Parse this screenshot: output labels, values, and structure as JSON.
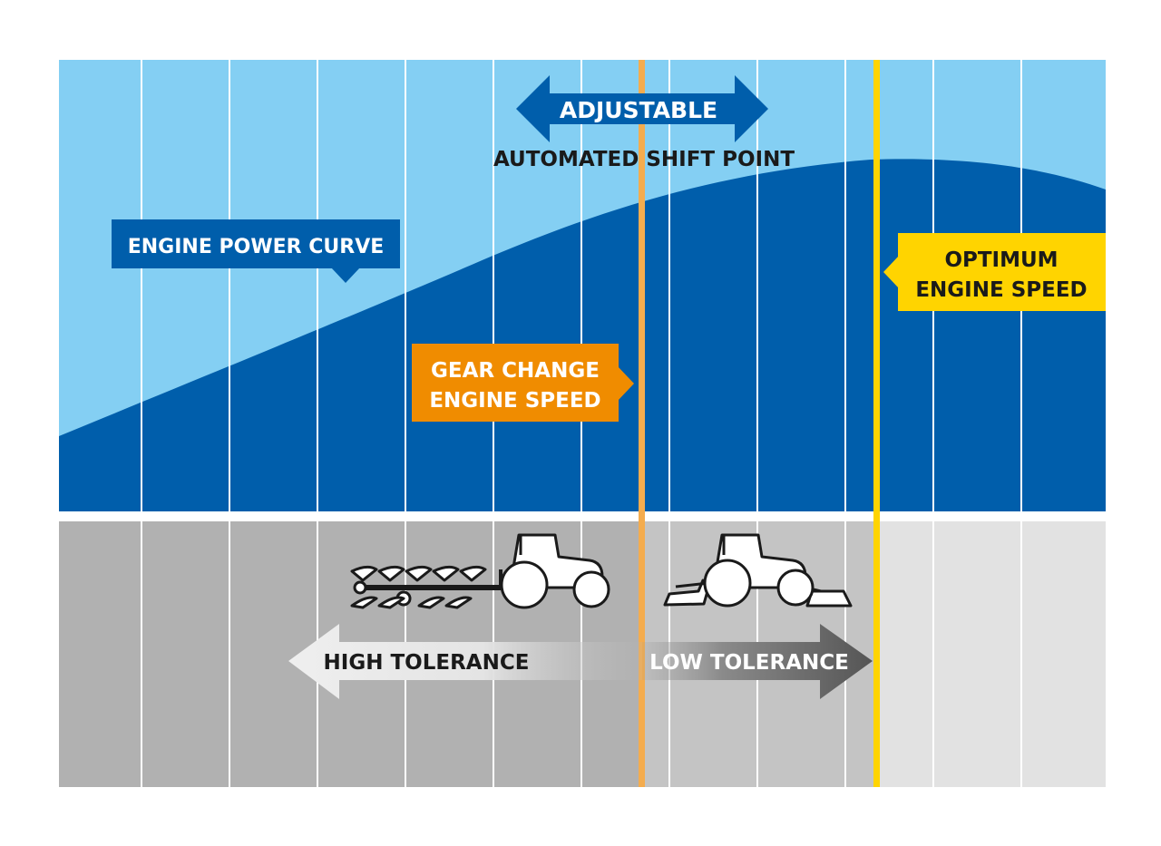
{
  "labels": {
    "adjustable": "ADJUSTABLE",
    "automated_shift_point": "AUTOMATED SHIFT POINT",
    "engine_power_curve": "ENGINE POWER CURVE",
    "optimum_line1": "OPTIMUM",
    "optimum_line2": "ENGINE SPEED",
    "gear_change_line1": "GEAR CHANGE",
    "gear_change_line2": "ENGINE SPEED",
    "high_tolerance": "HIGH TOLERANCE",
    "low_tolerance": "LOW TOLERANCE"
  },
  "icons": {
    "plough_tractor": "tractor-with-plough-icon",
    "mower_tractor": "tractor-with-mower-icon"
  },
  "colors": {
    "sky": "#84cff3",
    "power_blue": "#005eab",
    "gear_orange": "#f08c00",
    "gear_line": "#f4ac4e",
    "optimum_yellow": "#ffd400",
    "grey_dark": "#b1b1b1",
    "grey_mid": "#c4c4c4",
    "grey_light": "#e2e2e2",
    "text_dark": "#1a1a1a"
  }
}
